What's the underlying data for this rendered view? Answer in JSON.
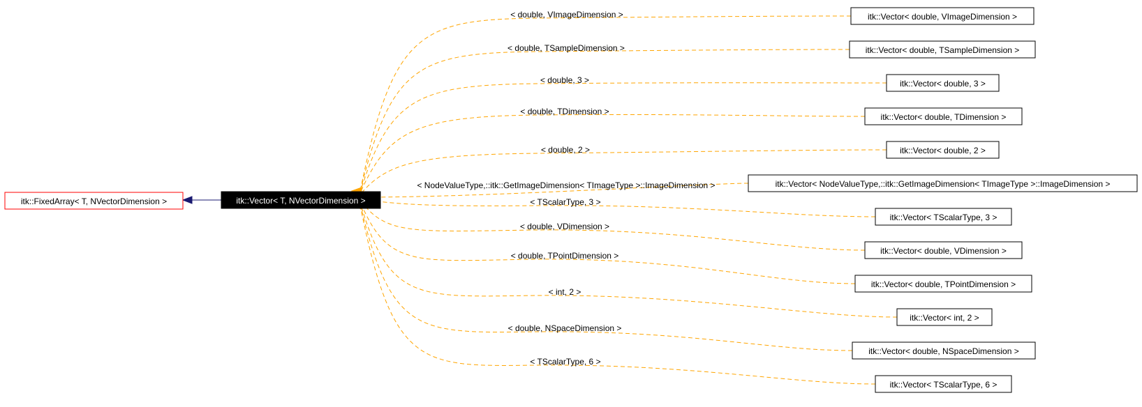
{
  "diagram": {
    "base_class": {
      "label": "itk::FixedArray< T, NVectorDimension >",
      "border_color": "#ff0000"
    },
    "template_class": {
      "label": "itk::Vector< T, NVectorDimension >",
      "fill_color": "#000000",
      "text_color": "#ffffff"
    },
    "edge_colors": {
      "inheritance": "#191970",
      "template_instance": "#ffa500"
    },
    "instantiations": [
      {
        "param": "< double, VImageDimension >",
        "label": "itk::Vector< double, VImageDimension >"
      },
      {
        "param": "< double, TSampleDimension >",
        "label": "itk::Vector< double, TSampleDimension >"
      },
      {
        "param": "< double, 3 >",
        "label": "itk::Vector< double, 3 >"
      },
      {
        "param": "< double, TDimension >",
        "label": "itk::Vector< double, TDimension >"
      },
      {
        "param": "< double, 2 >",
        "label": "itk::Vector< double, 2 >"
      },
      {
        "param": "< NodeValueType,::itk::GetImageDimension< TImageType >::ImageDimension >",
        "label": "itk::Vector< NodeValueType,::itk::GetImageDimension< TImageType >::ImageDimension >"
      },
      {
        "param": "< TScalarType, 3 >",
        "label": "itk::Vector< TScalarType, 3 >"
      },
      {
        "param": "< double, VDimension >",
        "label": "itk::Vector< double, VDimension >"
      },
      {
        "param": "< double, TPointDimension >",
        "label": "itk::Vector< double, TPointDimension >"
      },
      {
        "param": "< int, 2 >",
        "label": "itk::Vector< int, 2 >"
      },
      {
        "param": "< double, NSpaceDimension >",
        "label": "itk::Vector< double, NSpaceDimension >"
      },
      {
        "param": "< TScalarType, 6 >",
        "label": "itk::Vector< TScalarType, 6 >"
      }
    ]
  }
}
